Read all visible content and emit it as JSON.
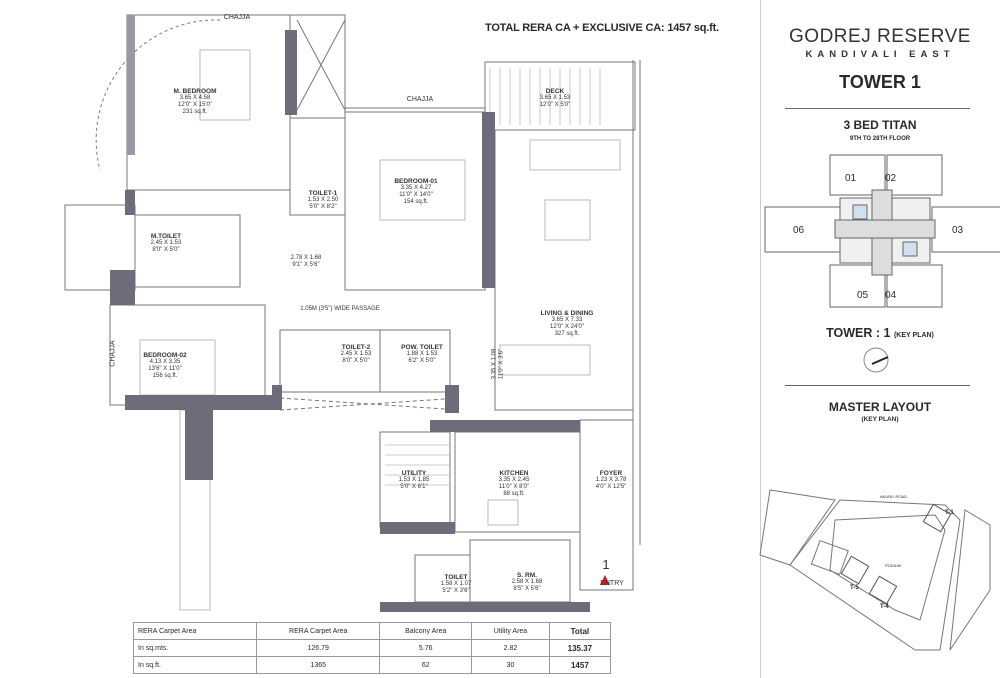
{
  "header": {
    "total_area": "TOTAL RERA CA + EXCLUSIVE CA: 1457 sq.ft."
  },
  "plan": {
    "chajja_top": "CHAJJA",
    "chajja_mid": "CHAJJA",
    "chajja_left": "CHAJJA",
    "passage": "1.05M (3'5\") WIDE PASSAGE",
    "entry_number": "1",
    "entry_label": "ENTRY",
    "rooms": [
      {
        "name": "M. BEDROOM",
        "metric": "3.65 X 4.58",
        "imperial": "12'0\" X 15'0\"",
        "area": "231 sq.ft."
      },
      {
        "name": "TOILET-1",
        "metric": "1.53 X 2.50",
        "imperial": "5'0\" X 8'2\""
      },
      {
        "name": "BEDROOM-01",
        "metric": "3.35 X 4.27",
        "imperial": "11'0\" X 14'0\"",
        "area": "154 sq.ft."
      },
      {
        "name": "DECK",
        "metric": "3.65 X 1.53",
        "imperial": "12'0\" X 5'0\""
      },
      {
        "name": "M.TOILET",
        "metric": "2.45 X 1.53",
        "imperial": "8'0\" X 5'0\""
      },
      {
        "name": "",
        "metric": "2.78 X 1.68",
        "imperial": "9'1\" X 5'6\""
      },
      {
        "name": "LIVING & DINING",
        "metric": "3.65 X 7.33",
        "imperial": "12'0\" X 24'0\"",
        "area": "327 sq.ft."
      },
      {
        "name": "BEDROOM-02",
        "metric": "4.13 X 3.35",
        "imperial": "13'6\" X 11'0\"",
        "area": "156 sq.ft."
      },
      {
        "name": "TOILET-2",
        "metric": "2.45 X 1.53",
        "imperial": "8'0\" X 5'0\""
      },
      {
        "name": "POW. TOILET",
        "metric": "1.88 X 1.53",
        "imperial": "6'2\" X 5'0\""
      },
      {
        "name": "",
        "metric": "3.35 X 1.08",
        "imperial": "11'0\" X 3'6\""
      },
      {
        "name": "UTILITY",
        "metric": "1.53 X 1.85",
        "imperial": "5'0\" X 6'1\""
      },
      {
        "name": "KITCHEN",
        "metric": "3.35 X 2.45",
        "imperial": "11'0\" X 8'0\"",
        "area": "88 sq.ft."
      },
      {
        "name": "FOYER",
        "metric": "1.23 X 3.78",
        "imperial": "4'0\" X 12'5\""
      },
      {
        "name": "TOILET",
        "metric": "1.58 X 1.07",
        "imperial": "5'2\" X 3'6\""
      },
      {
        "name": "S. RM.",
        "metric": "2.58 X 1.68",
        "imperial": "8'5\" X 5'6\""
      }
    ]
  },
  "sidebar": {
    "brand": "GODREJ RESERVE",
    "location": "KANDIVALI EAST",
    "tower": "TOWER 1",
    "unit_type": "3 BED TITAN",
    "floors": "9TH TO 28TH FLOOR",
    "key_plan_units": [
      "01",
      "02",
      "03",
      "04",
      "05",
      "06"
    ],
    "key_plan_title": "TOWER : 1",
    "key_plan_suffix": "(KEY PLAN)",
    "master_title": "MASTER LAYOUT",
    "master_suffix": "(KEY PLAN)",
    "master_labels": {
      "road": "AKURLI ROAD",
      "t1": "T-1",
      "t4": "T-4",
      "t5": "T-5",
      "podium": "PODIUM"
    }
  },
  "area_table": {
    "headers": [
      "RERA Carpet Area",
      "RERA Carpet Area",
      "Balcony Area",
      "Utility Area",
      "Total"
    ],
    "rows": [
      [
        "In sq.mts.",
        "126.79",
        "5.76",
        "2.82",
        "135.37"
      ],
      [
        "In sq.ft.",
        "1365",
        "62",
        "30",
        "1457"
      ]
    ]
  },
  "colors": {
    "wall": "#6e6c7a",
    "line": "#555555",
    "entry": "#c0282a"
  }
}
